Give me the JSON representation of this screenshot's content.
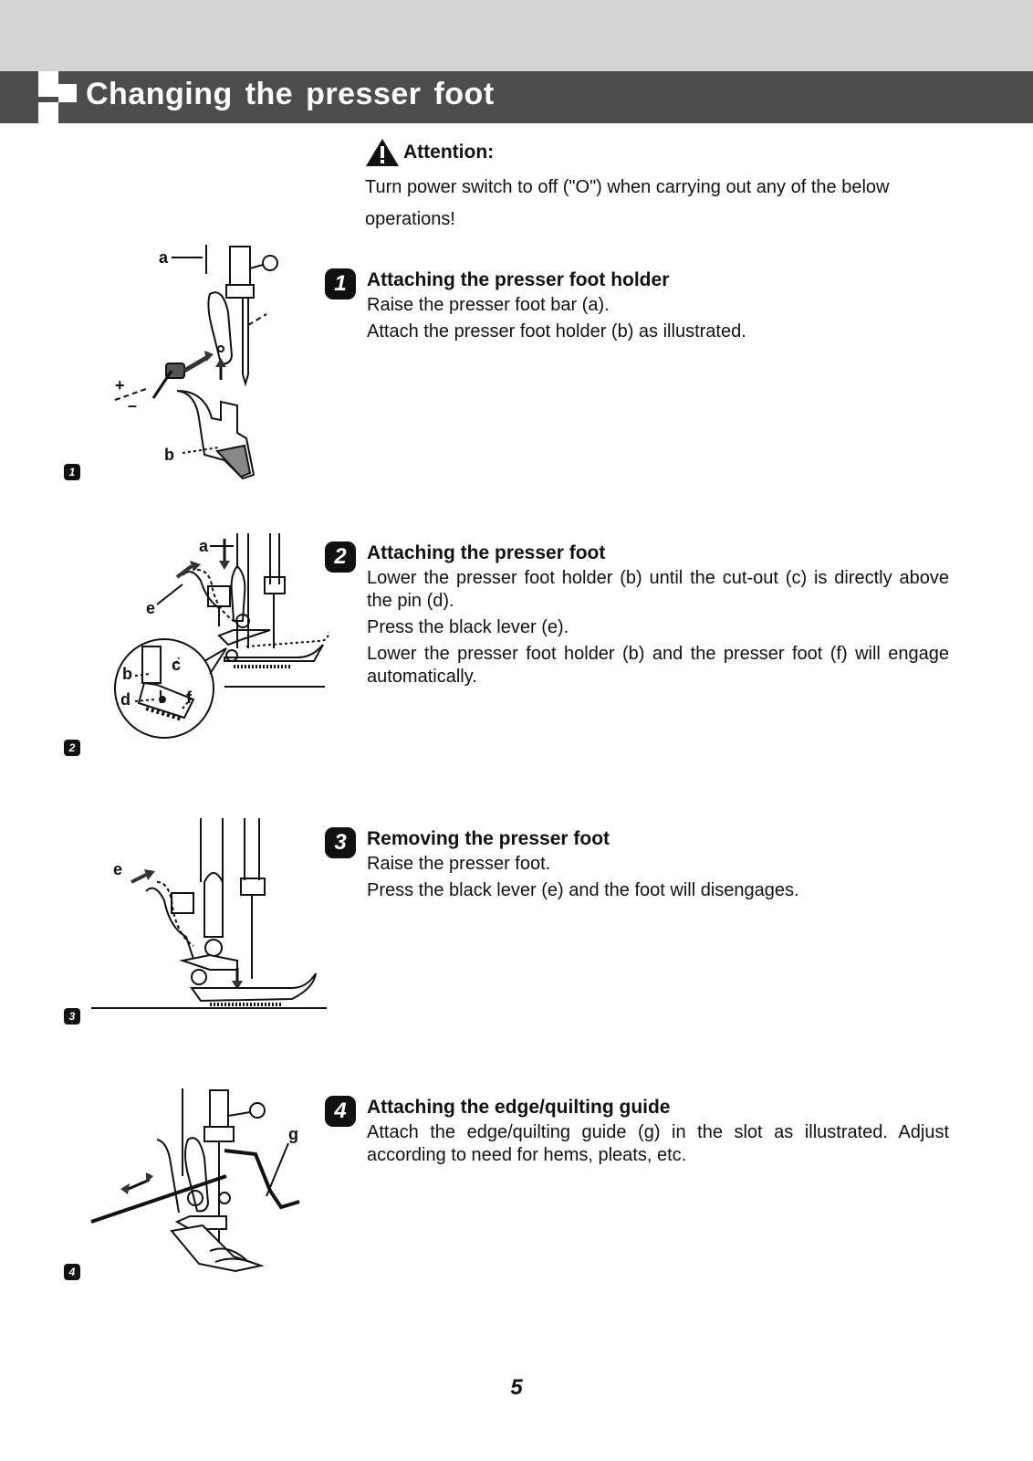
{
  "header": {
    "title": "Changing the presser foot"
  },
  "attention": {
    "title": "Attention:",
    "body": "Turn power switch to off (\"O\") when carrying out any of the below operations!"
  },
  "steps": [
    {
      "number": "1",
      "title": "Attaching the presser foot holder",
      "paragraphs": [
        "Raise the presser foot bar (a).",
        "Attach the presser foot holder (b) as illustrated."
      ]
    },
    {
      "number": "2",
      "title": "Attaching the presser foot",
      "paragraphs": [
        "Lower the presser foot holder (b) until the cut-out (c) is directly above the pin (d).",
        "Press the black lever (e).",
        "Lower the presser foot holder (b) and the presser foot (f) will engage automatically."
      ]
    },
    {
      "number": "3",
      "title": "Removing the presser foot",
      "paragraphs": [
        "Raise the presser foot.",
        "Press the black lever (e) and the foot will disengages."
      ]
    },
    {
      "number": "4",
      "title": "Attaching the edge/quilting guide",
      "paragraphs": [
        "Attach the edge/quilting guide (g) in the slot as illustrated. Adjust according to need for hems, pleats, etc."
      ]
    }
  ],
  "figures": [
    {
      "number": "1",
      "labels": {
        "a": "a",
        "b": "b",
        "plus": "+",
        "minus": "–"
      }
    },
    {
      "number": "2",
      "labels": {
        "a": "a",
        "b": "b",
        "c": "c",
        "d": "d",
        "e": "e",
        "f": "f"
      }
    },
    {
      "number": "3",
      "labels": {
        "e": "e"
      }
    },
    {
      "number": "4",
      "labels": {
        "g": "g"
      }
    }
  ],
  "page_number": "5"
}
